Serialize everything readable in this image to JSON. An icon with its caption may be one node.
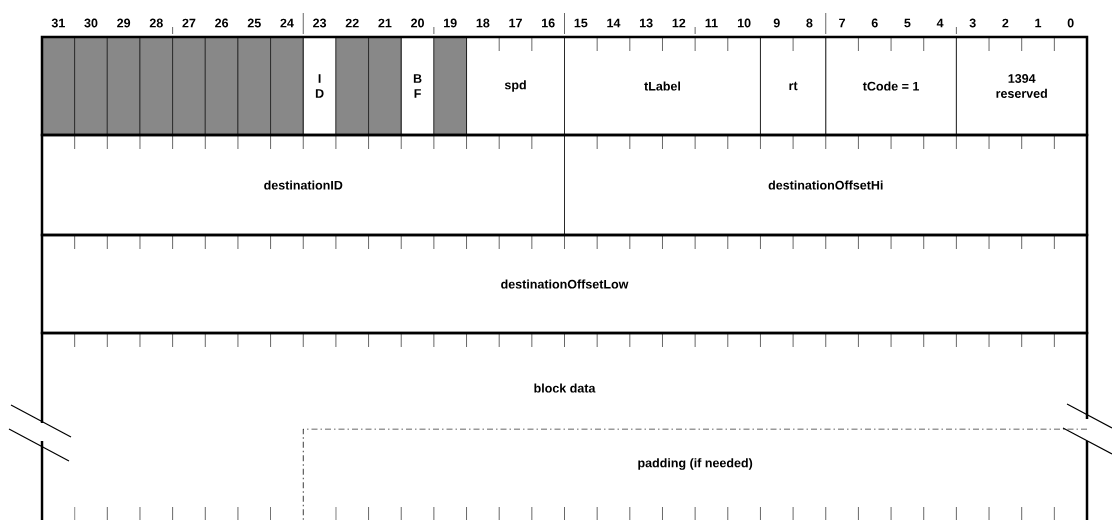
{
  "diagram": {
    "nodes": [
      {
        "text": [],
        "shape": "box"
      },
      {
        "text": [],
        "shape": "box"
      },
      {
        "text": [],
        "shape": "box"
      },
      {
        "text": [],
        "shape": "box"
      },
      {
        "text": [],
        "shape": "box"
      },
      {
        "text": [],
        "shape": "box"
      },
      {
        "text": [],
        "shape": "box"
      },
      {
        "text": [],
        "shape": "box"
      },
      {
        "text": [
          "I D"
        ]
      },
      {
        "text": [],
        "shape": "box"
      },
      {
        "text": [],
        "shape": "box"
      },
      {
        "text": [
          "B F"
        ]
      },
      {
        "text": [],
        "shape": "box"
      },
      {
        "text": [
          "spd"
        ]
      },
      {
        "text": [
          "tLabel"
        ]
      },
      {
        "text": [
          "rt"
        ]
      },
      {
        "text": [
          "tCode = 1"
        ]
      },
      {
        "text": [
          "1394 reserved"
        ]
      },
      {
        "text": [
          "destinationID"
        ]
      },
      {
        "text": [
          "destinationOffsetHi"
        ]
      },
      {
        "text": [
          "destinationOffsetLow"
        ]
      },
      {
        "text": [
          "block  data"
        ]
      },
      {
        "text": [
          "padding (if needed)"
        ],
        "in": 21
      }
    ],
    "labels": [
      "31",
      "30",
      "29",
      "28",
      "27",
      "26",
      "25",
      "24",
      "23",
      "22",
      "21",
      "20",
      "19",
      "18",
      "17",
      "16",
      "15",
      "14",
      "13",
      "12",
      "11",
      "10",
      "9",
      "8",
      "7",
      "6",
      "5",
      "4",
      "3",
      "2",
      "1",
      "0"
    ]
  }
}
